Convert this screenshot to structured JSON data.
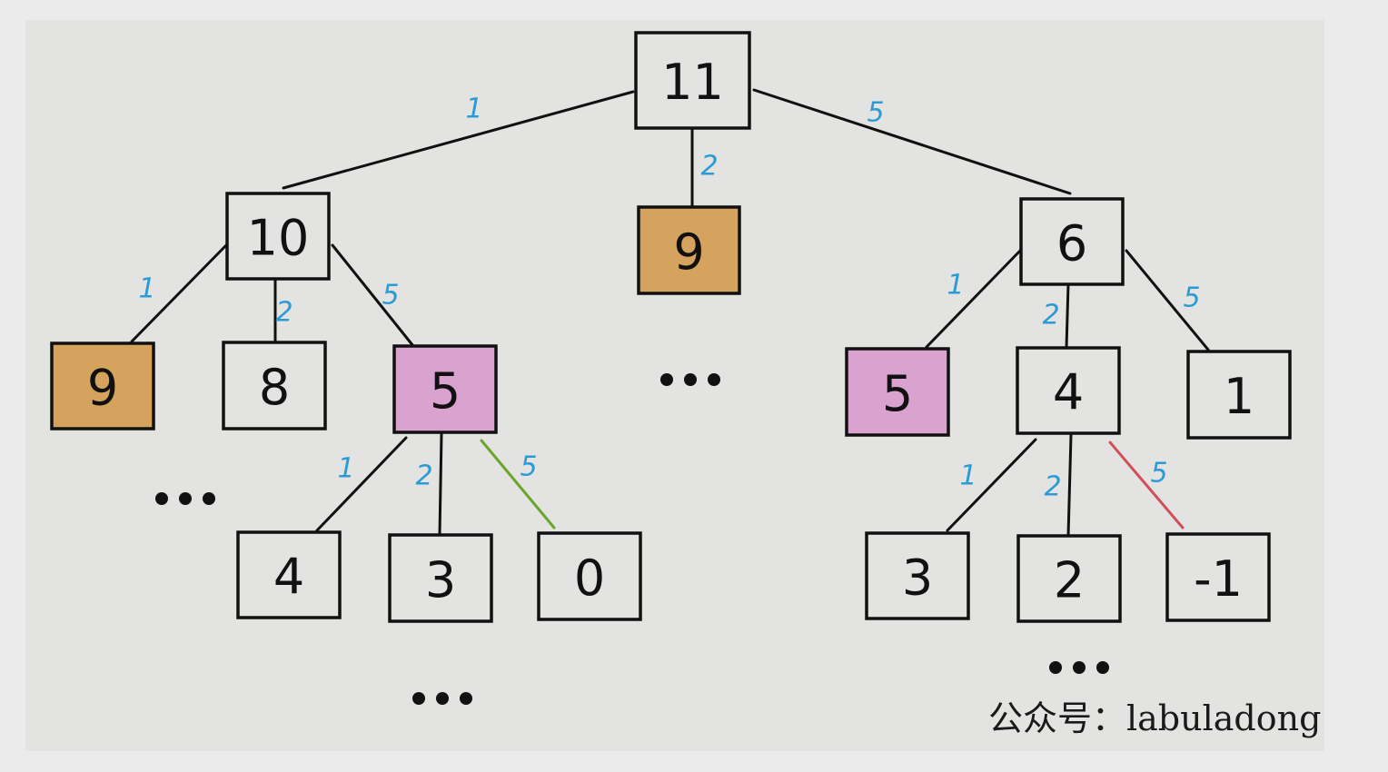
{
  "colors": {
    "default_fill": "#e3e3e1",
    "orange": "#d6a35e",
    "pink": "#d9a2cf",
    "green": "#6aa52c",
    "red": "#d0505a",
    "edge_label": "#2b9bd6"
  },
  "nodes": [
    {
      "id": "root",
      "label": "11",
      "fill": "default"
    },
    {
      "id": "n10",
      "label": "10",
      "fill": "default"
    },
    {
      "id": "n9m",
      "label": "9",
      "fill": "orange"
    },
    {
      "id": "n6",
      "label": "6",
      "fill": "default"
    },
    {
      "id": "n9l",
      "label": "9",
      "fill": "orange"
    },
    {
      "id": "n8",
      "label": "8",
      "fill": "default"
    },
    {
      "id": "n5l",
      "label": "5",
      "fill": "pink"
    },
    {
      "id": "n5r",
      "label": "5",
      "fill": "pink"
    },
    {
      "id": "n4r",
      "label": "4",
      "fill": "default"
    },
    {
      "id": "n1",
      "label": "1",
      "fill": "default"
    },
    {
      "id": "n4l",
      "label": "4",
      "fill": "default"
    },
    {
      "id": "n3l",
      "label": "3",
      "fill": "default"
    },
    {
      "id": "n0",
      "label": "0",
      "fill": "default"
    },
    {
      "id": "n3r",
      "label": "3",
      "fill": "default"
    },
    {
      "id": "n2",
      "label": "2",
      "fill": "default"
    },
    {
      "id": "nm1",
      "label": "-1",
      "fill": "default"
    }
  ],
  "edges": [
    {
      "from": "root",
      "to": "n10",
      "label": "1",
      "color": "default"
    },
    {
      "from": "root",
      "to": "n9m",
      "label": "2",
      "color": "default"
    },
    {
      "from": "root",
      "to": "n6",
      "label": "5",
      "color": "default"
    },
    {
      "from": "n10",
      "to": "n9l",
      "label": "1",
      "color": "default"
    },
    {
      "from": "n10",
      "to": "n8",
      "label": "2",
      "color": "default"
    },
    {
      "from": "n10",
      "to": "n5l",
      "label": "5",
      "color": "default"
    },
    {
      "from": "n6",
      "to": "n5r",
      "label": "1",
      "color": "default"
    },
    {
      "from": "n6",
      "to": "n4r",
      "label": "2",
      "color": "default"
    },
    {
      "from": "n6",
      "to": "n1",
      "label": "5",
      "color": "default"
    },
    {
      "from": "n5l",
      "to": "n4l",
      "label": "1",
      "color": "default"
    },
    {
      "from": "n5l",
      "to": "n3l",
      "label": "2",
      "color": "default"
    },
    {
      "from": "n5l",
      "to": "n0",
      "label": "5",
      "color": "green"
    },
    {
      "from": "n4r",
      "to": "n3r",
      "label": "1",
      "color": "default"
    },
    {
      "from": "n4r",
      "to": "n2",
      "label": "2",
      "color": "default"
    },
    {
      "from": "n4r",
      "to": "nm1",
      "label": "5",
      "color": "red"
    }
  ],
  "ellipses": [
    "...",
    "...",
    "...",
    "..."
  ],
  "watermark": "公众号：labuladong"
}
